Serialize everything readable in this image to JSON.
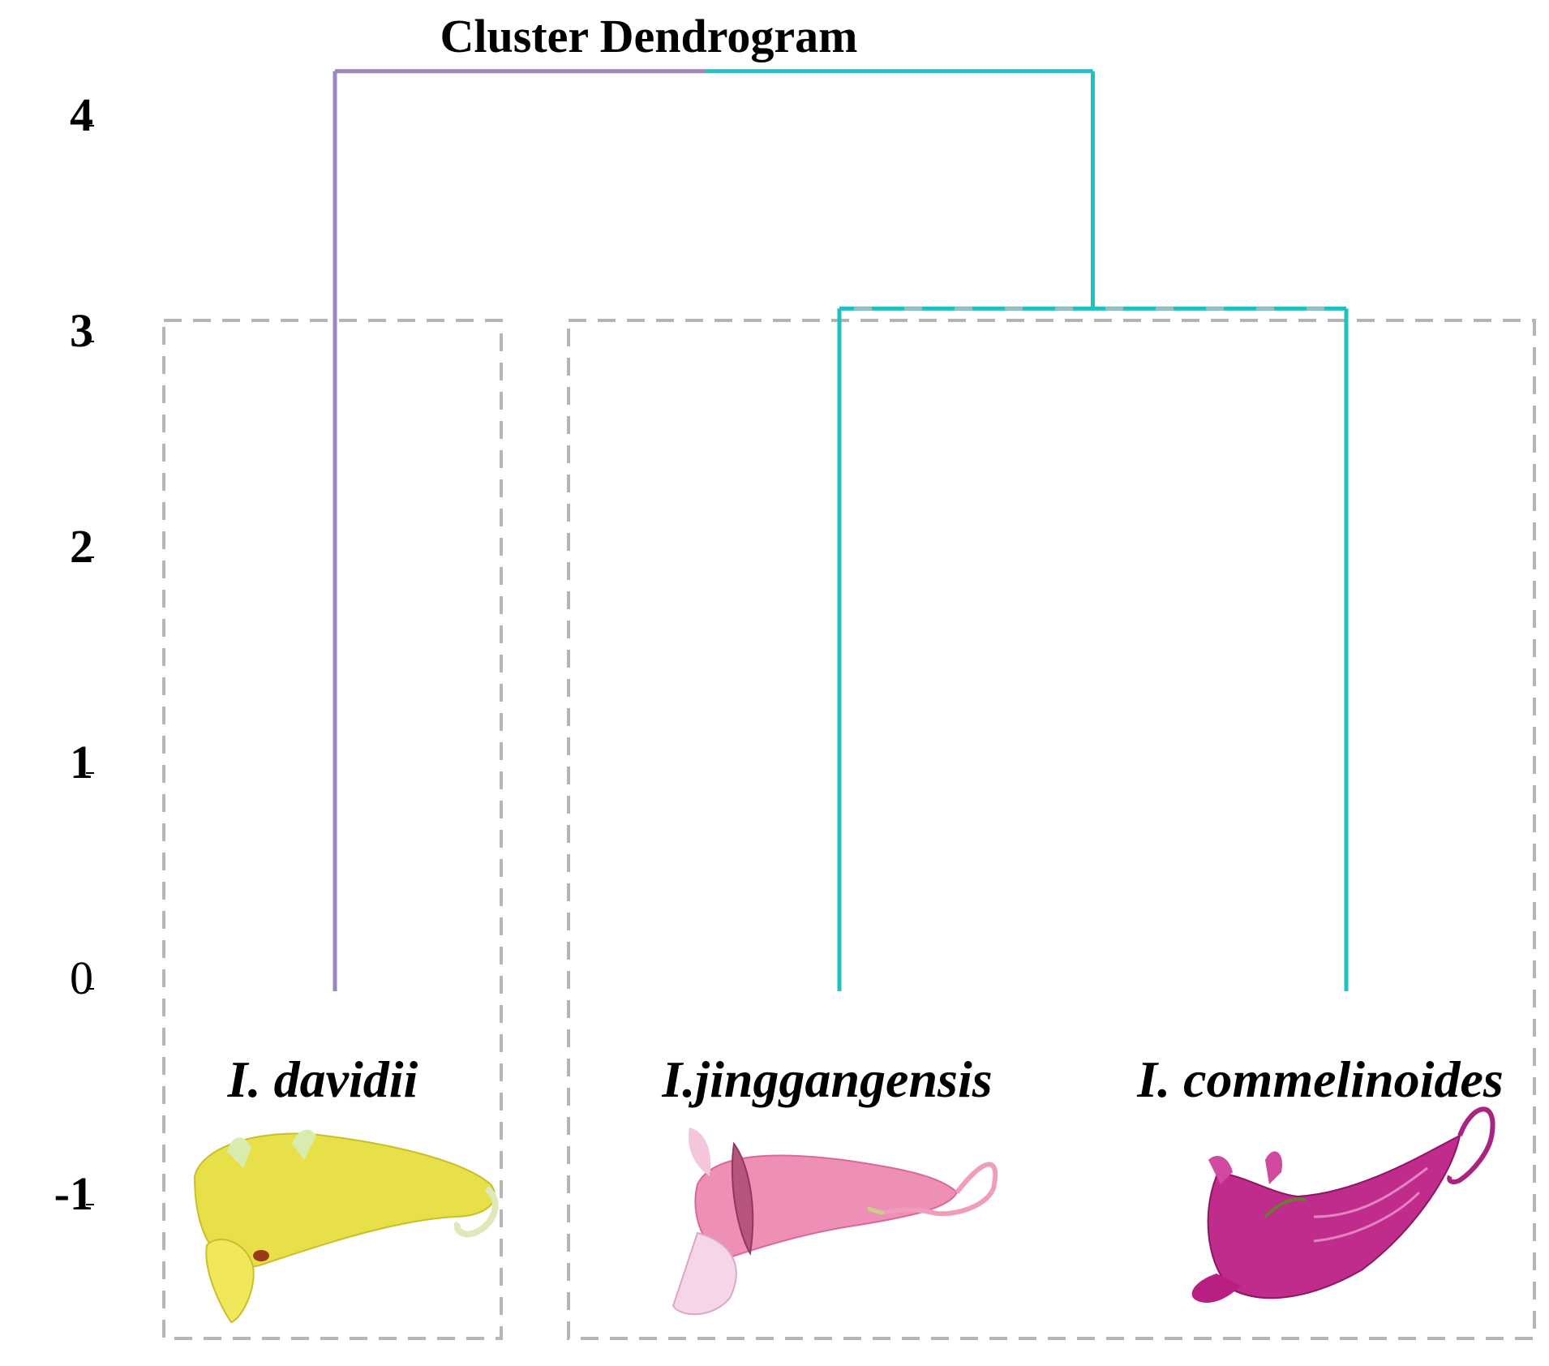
{
  "title": "Cluster Dendrogram",
  "axis": {
    "ticks": [
      {
        "value": 4,
        "label": "4",
        "bold": true
      },
      {
        "value": 3,
        "label": "3",
        "bold": true
      },
      {
        "value": 2,
        "label": "2",
        "bold": true
      },
      {
        "value": 1,
        "label": "1",
        "bold": true
      },
      {
        "value": 0,
        "label": "0",
        "bold": false
      },
      {
        "value": -1,
        "label": "-1",
        "bold": true
      }
    ]
  },
  "leaves": [
    {
      "label": "I. davidii",
      "flower": "yellow-flower-photo",
      "color": "#e8e048"
    },
    {
      "label": "I.jinggangensis",
      "flower": "pink-flower-photo",
      "color": "#ee8fb6"
    },
    {
      "label": "I. commelinoides",
      "flower": "magenta-flower-photo",
      "color": "#c02c8c"
    }
  ],
  "merges": [
    {
      "members": [
        "I.jinggangensis",
        "I. commelinoides"
      ],
      "height": 3.1
    },
    {
      "members": [
        "I. davidii",
        "I.jinggangensis",
        "I. commelinoides"
      ],
      "height": 4.2
    }
  ],
  "colors": {
    "cluster_1": "#9b86bf",
    "cluster_2": "#1fc1c6",
    "group_box": "#b5b5b5"
  }
}
